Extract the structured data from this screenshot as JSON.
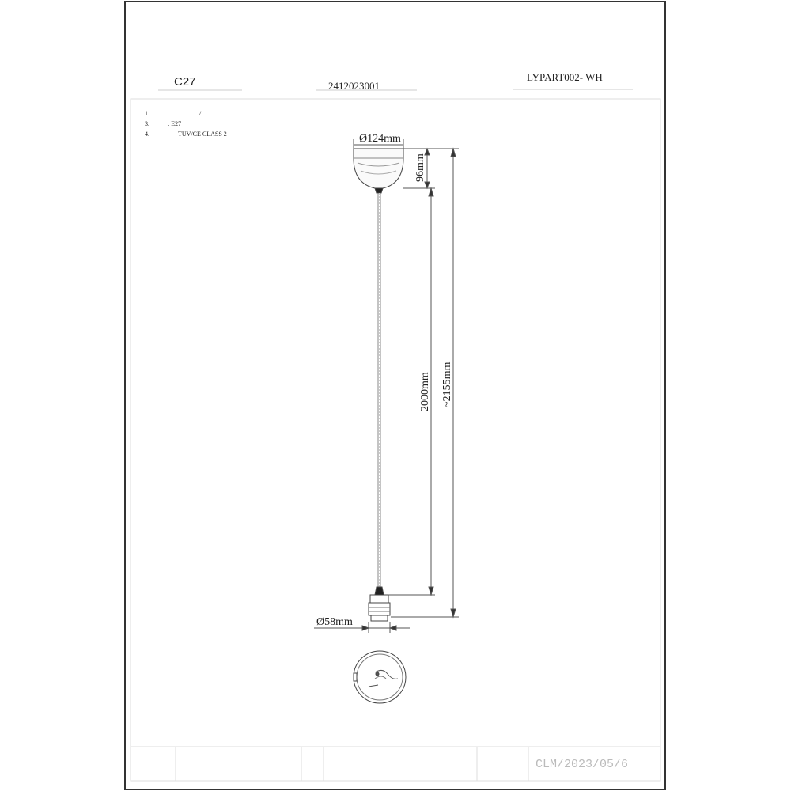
{
  "header": {
    "model": "C27",
    "item_number": "2412023001",
    "part_code": "LYPART002- WH"
  },
  "notes": [
    {
      "num": "1.",
      "text": "/"
    },
    {
      "num": "3.",
      "text": ":  E27"
    },
    {
      "num": "4.",
      "text": "TUV/CE   CLASS  2"
    }
  ],
  "dimensions": {
    "canopy_diameter": "Ø124mm",
    "canopy_height": "96mm",
    "cable_length": "2000mm",
    "total_length": "~2155mm",
    "socket_diameter": "Ø58mm"
  },
  "footer": {
    "stamp": "CLM/2023/05/6"
  },
  "colors": {
    "ink": "#222222",
    "frame": "#333333",
    "inner_frame": "#dddddd",
    "stamp": "#bbbbbb",
    "cable": "#888888"
  }
}
